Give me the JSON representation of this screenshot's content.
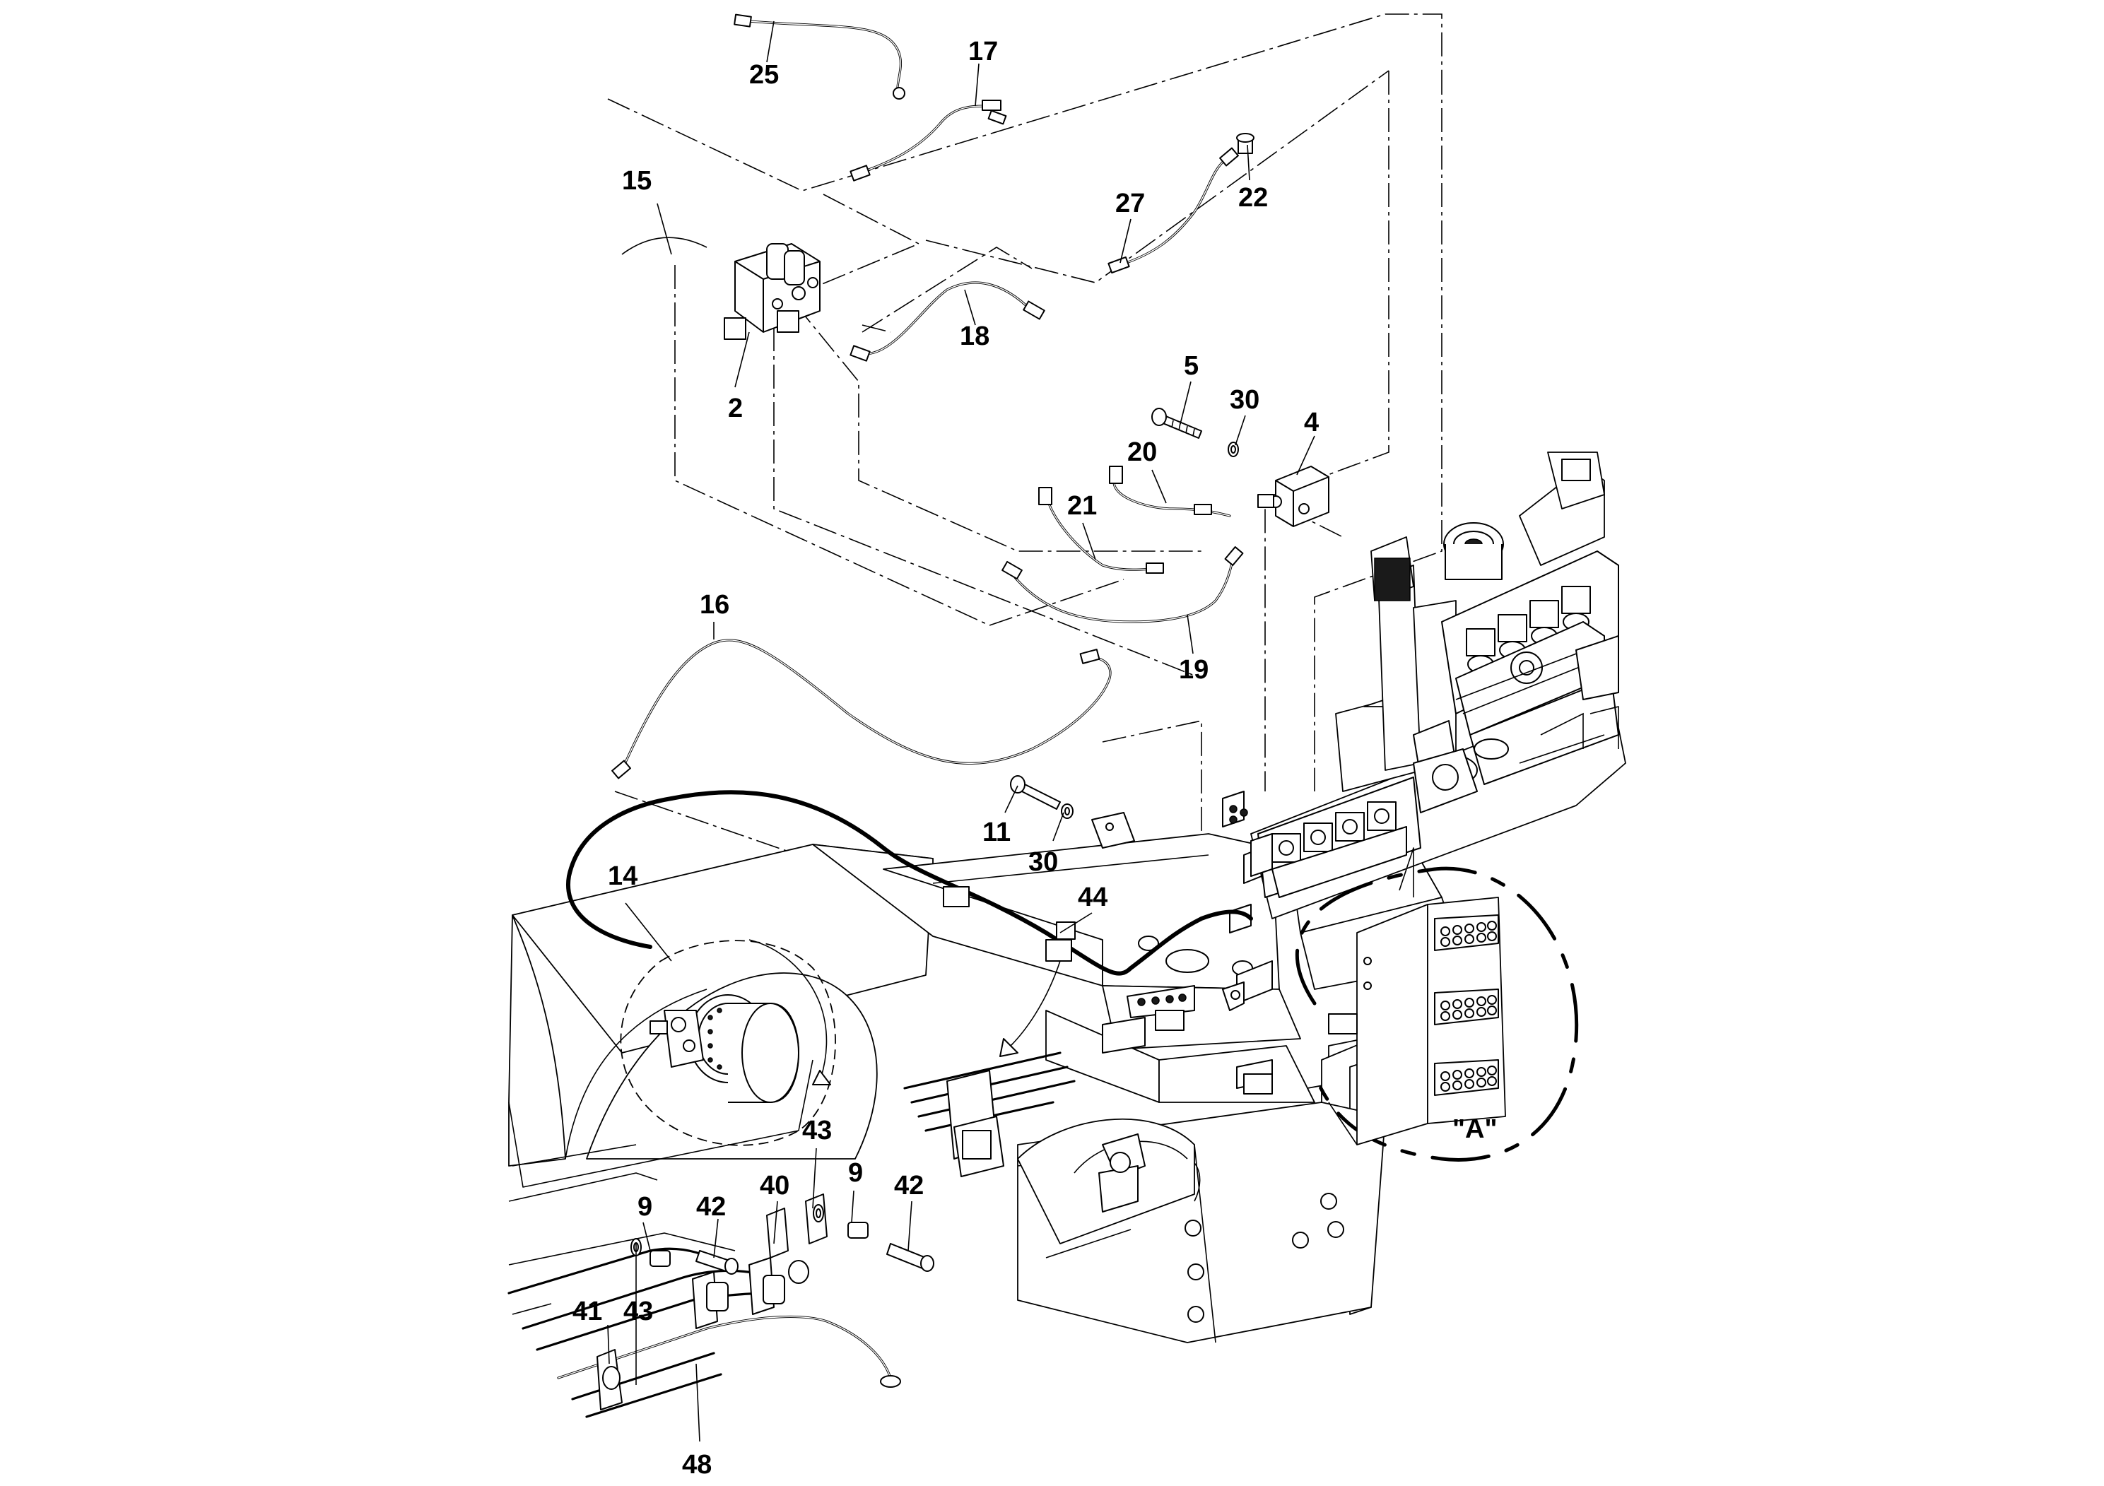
{
  "diagram": {
    "callouts": [
      {
        "id": "c25",
        "label": "25"
      },
      {
        "id": "c17",
        "label": "17"
      },
      {
        "id": "c15",
        "label": "15"
      },
      {
        "id": "c27",
        "label": "27"
      },
      {
        "id": "c22",
        "label": "22"
      },
      {
        "id": "c18",
        "label": "18"
      },
      {
        "id": "c2",
        "label": "2"
      },
      {
        "id": "c5",
        "label": "5"
      },
      {
        "id": "c30a",
        "label": "30"
      },
      {
        "id": "c4",
        "label": "4"
      },
      {
        "id": "c20",
        "label": "20"
      },
      {
        "id": "c21",
        "label": "21"
      },
      {
        "id": "c16",
        "label": "16"
      },
      {
        "id": "c19",
        "label": "19"
      },
      {
        "id": "c11",
        "label": "11"
      },
      {
        "id": "c30b",
        "label": "30"
      },
      {
        "id": "c14",
        "label": "14"
      },
      {
        "id": "c44",
        "label": "44"
      },
      {
        "id": "c43a",
        "label": "43"
      },
      {
        "id": "c9a",
        "label": "9"
      },
      {
        "id": "c42a",
        "label": "42"
      },
      {
        "id": "c40",
        "label": "40"
      },
      {
        "id": "c9b",
        "label": "9"
      },
      {
        "id": "c42b",
        "label": "42"
      },
      {
        "id": "c43b",
        "label": "43"
      },
      {
        "id": "c41",
        "label": "41"
      },
      {
        "id": "c48",
        "label": "48"
      }
    ],
    "detail_view_label": "\"A\""
  }
}
